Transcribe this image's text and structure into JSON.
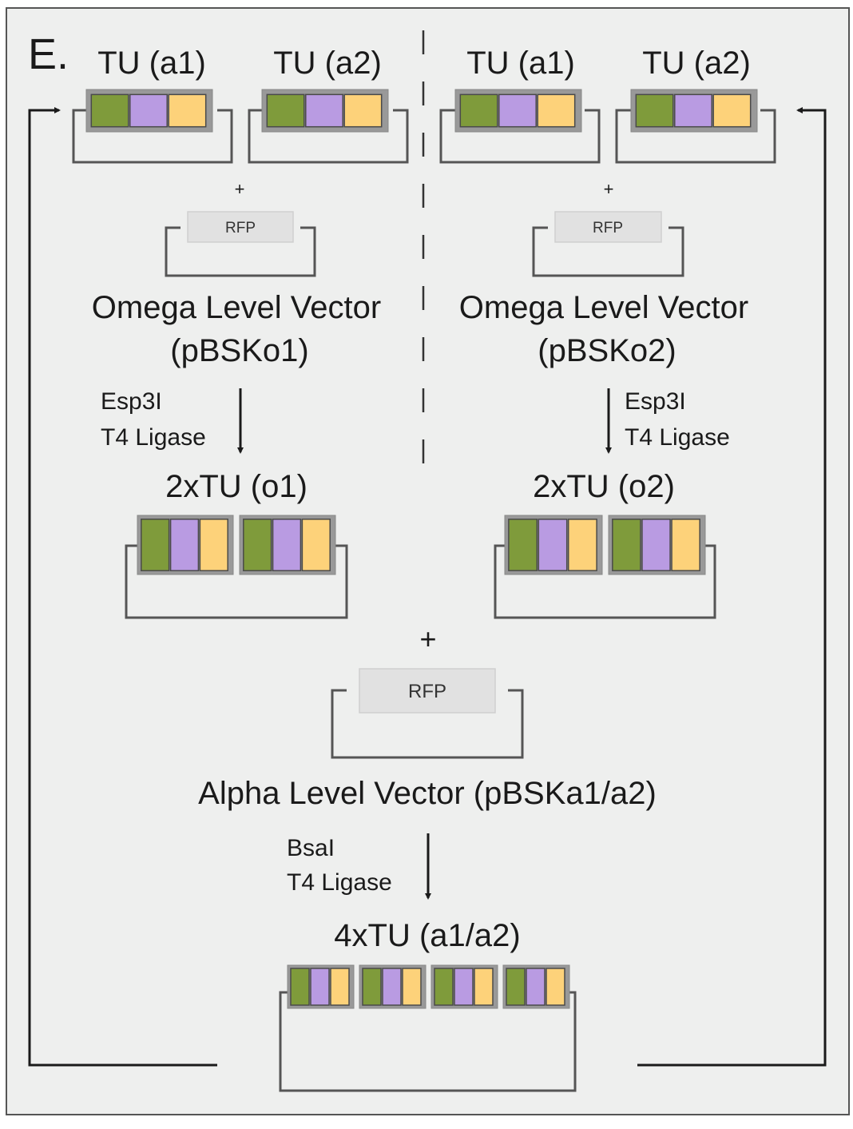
{
  "panel_label": "E.",
  "colors": {
    "green": "#7f9b3b",
    "purple": "#b99be2",
    "yellow": "#fdd27a",
    "casing": "#999999",
    "rfp_box": "#e1e1e1",
    "background": "#eeefee"
  },
  "left": {
    "tu1_label": "TU (a1)",
    "tu2_label": "TU (a2)",
    "plus": "+",
    "rfp": "RFP",
    "vector_line1": "Omega Level Vector",
    "vector_line2": "(pBSKo1)",
    "enzyme": "Esp3I",
    "ligase": "T4 Ligase",
    "product": "2xTU (o1)"
  },
  "right": {
    "tu1_label": "TU (a1)",
    "tu2_label": "TU (a2)",
    "plus": "+",
    "rfp": "RFP",
    "vector_line1": "Omega Level Vector",
    "vector_line2": "(pBSKo2)",
    "enzyme": "Esp3I",
    "ligase": "T4 Ligase",
    "product": "2xTU (o2)"
  },
  "bottom": {
    "plus": "+",
    "rfp": "RFP",
    "vector": "Alpha Level Vector (pBSKa1/a2)",
    "enzyme": "BsaI",
    "ligase": "T4 Ligase",
    "product": "4xTU (a1/a2)"
  }
}
